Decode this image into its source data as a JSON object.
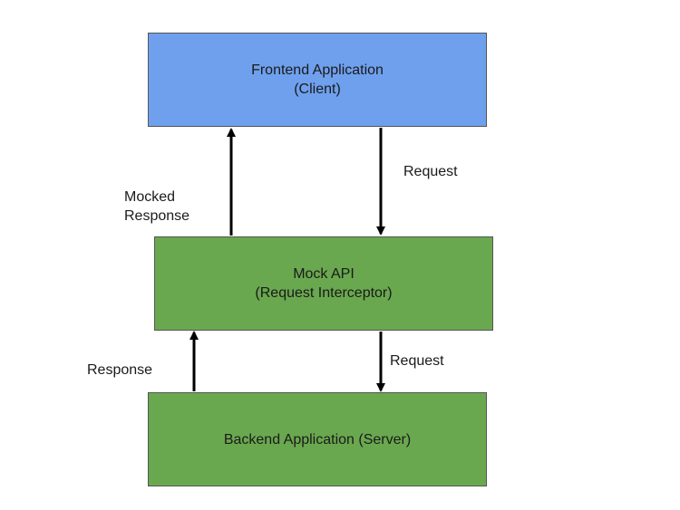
{
  "nodes": {
    "frontend": {
      "line1": "Frontend Application",
      "line2": "(Client)",
      "color": "#6fa0ee"
    },
    "mock_api": {
      "line1": "Mock API",
      "line2": "(Request Interceptor)",
      "color": "#6aa84f"
    },
    "backend": {
      "line1": "Backend Application (Server)",
      "color": "#6aa84f"
    }
  },
  "edges": {
    "frontend_to_mock": {
      "label": "Request"
    },
    "mock_to_frontend": {
      "label_line1": "Mocked",
      "label_line2": "Response"
    },
    "mock_to_backend": {
      "label": "Request"
    },
    "backend_to_mock": {
      "label": "Response"
    }
  }
}
